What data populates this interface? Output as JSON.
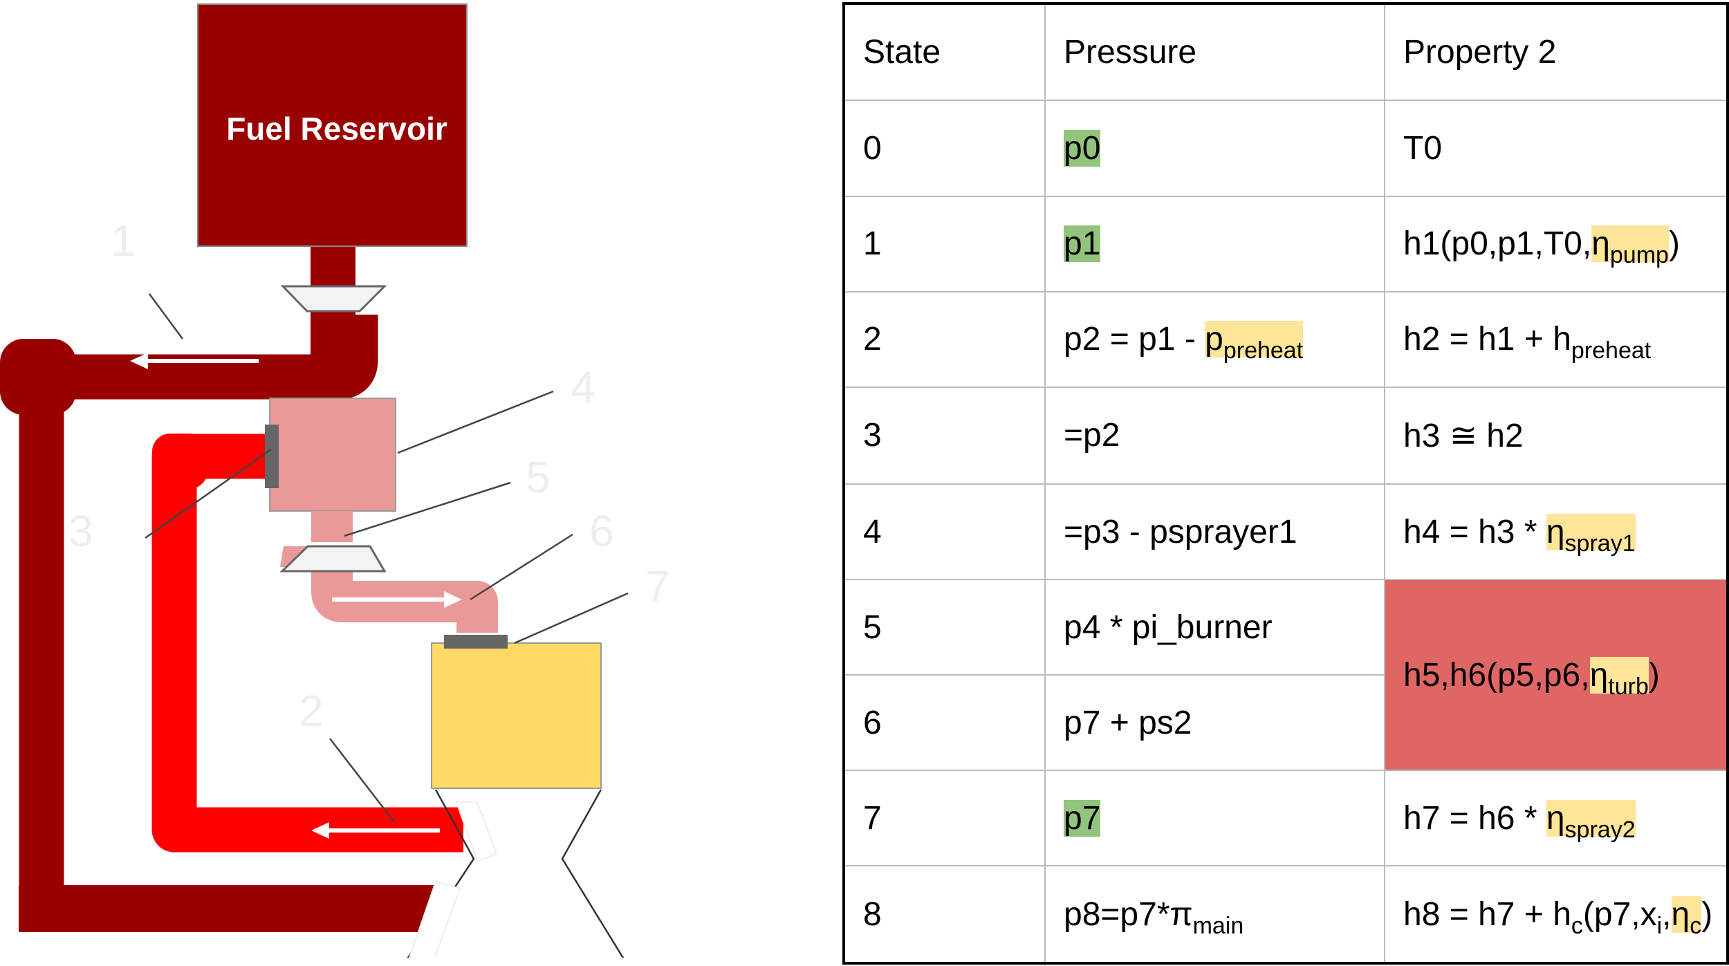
{
  "diagram": {
    "reservoir_label": "Fuel Reservoir",
    "callouts": [
      "1",
      "2",
      "3",
      "4",
      "5",
      "6",
      "7"
    ],
    "colors": {
      "dark_pipe": "#990000",
      "bright_pipe": "#ff0000",
      "light_pipe": "#ea9999",
      "sprayer_box": "#ea9999",
      "burner_box": "#ffd966",
      "connector": "#666666"
    }
  },
  "table": {
    "headers": {
      "state": "State",
      "pressure": "Pressure",
      "property2": "Property 2"
    },
    "rows": [
      {
        "state": "0",
        "pressure": "p0",
        "property2": "T0"
      },
      {
        "state": "1",
        "pressure": "p1",
        "property2_prefix": "h1(p0,p1,T0,",
        "property2_eta": "η",
        "property2_eta_sub": "pump",
        "property2_suffix": ")"
      },
      {
        "state": "2",
        "pressure_prefix": "p2 = p1 - ",
        "pressure_hl_main": "p",
        "pressure_hl_sub": "preheat",
        "property2_main": "h2 = h1 + h",
        "property2_sub": "preheat"
      },
      {
        "state": "3",
        "pressure": "=p2",
        "property2": "h3 ≅ h2"
      },
      {
        "state": "4",
        "pressure": "=p3 - psprayer1",
        "property2_prefix": "h4 = h3 * ",
        "property2_eta": "η",
        "property2_eta_sub": "spray1"
      },
      {
        "state": "5",
        "pressure": "p4 * pi_burner",
        "property2_prefix": "h5,h6(p5,p6,",
        "property2_eta": "η",
        "property2_eta_sub": "turb",
        "property2_suffix": ")"
      },
      {
        "state": "6",
        "pressure": "p7 + ps2"
      },
      {
        "state": "7",
        "pressure": "p7",
        "property2_prefix": "h7 = h6 * ",
        "property2_eta": "η",
        "property2_eta_sub": "spray2"
      },
      {
        "state": "8",
        "pressure_main": "p8=p7*π",
        "pressure_sub": "main",
        "property2_a": "h8 = h7 + h",
        "property2_a_sub": "c",
        "property2_b": "(p7,x",
        "property2_b_sub": "i",
        "property2_c": ",",
        "property2_eta": "η",
        "property2_eta_sub": "c",
        "property2_suffix": ")"
      }
    ]
  }
}
